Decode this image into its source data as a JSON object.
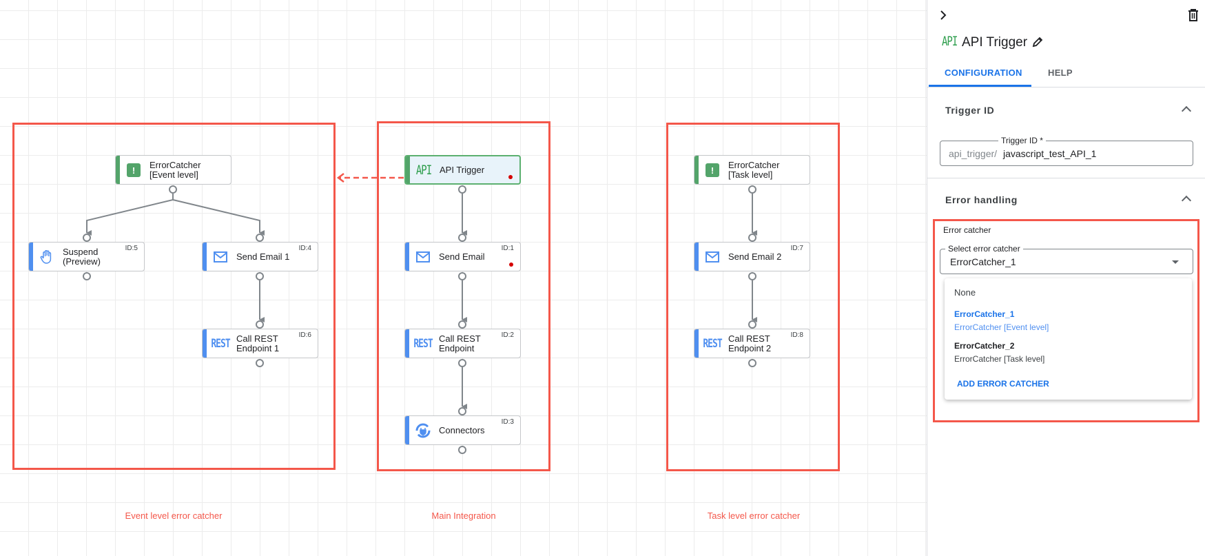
{
  "canvas": {
    "groups": [
      {
        "label": "Event level error catcher"
      },
      {
        "label": "Main Integration"
      },
      {
        "label": "Task level error catcher"
      }
    ],
    "nodes": {
      "event_catcher": {
        "title": "ErrorCatcher [Event level]",
        "icon": "error-catcher-icon"
      },
      "suspend": {
        "title": "Suspend (Preview)",
        "id": "ID:5",
        "icon": "hand-icon"
      },
      "send_email_1": {
        "title": "Send Email 1",
        "id": "ID:4",
        "icon": "mail-icon"
      },
      "rest_1": {
        "title": "Call REST Endpoint 1",
        "id": "ID:6",
        "icon": "rest-icon",
        "icon_text": "REST"
      },
      "api_trigger": {
        "title": "API Trigger",
        "icon": "api-icon",
        "icon_text": "API"
      },
      "send_email": {
        "title": "Send Email",
        "id": "ID:1",
        "icon": "mail-icon"
      },
      "rest": {
        "title": "Call REST Endpoint",
        "id": "ID:2",
        "icon": "rest-icon",
        "icon_text": "REST"
      },
      "connectors": {
        "title": "Connectors",
        "id": "ID:3",
        "icon": "connector-plug-icon"
      },
      "task_catcher": {
        "title": "ErrorCatcher [Task level]",
        "icon": "error-catcher-icon"
      },
      "send_email_2": {
        "title": "Send Email 2",
        "id": "ID:7",
        "icon": "mail-icon"
      },
      "rest_2": {
        "title": "Call REST Endpoint 2",
        "id": "ID:8",
        "icon": "rest-icon",
        "icon_text": "REST"
      }
    }
  },
  "panel": {
    "title": "API Trigger",
    "title_icon_text": "API",
    "tabs": [
      {
        "label": "CONFIGURATION",
        "active": true
      },
      {
        "label": "HELP",
        "active": false
      }
    ],
    "trigger_section": {
      "heading": "Trigger ID",
      "field_label": "Trigger ID *",
      "prefix": "api_trigger/",
      "value": "javascript_test_API_1"
    },
    "error_section": {
      "heading": "Error handling",
      "subheading": "Error catcher",
      "select_label": "Select error catcher",
      "selected": "ErrorCatcher_1",
      "options": [
        {
          "name": "None"
        },
        {
          "name": "ErrorCatcher_1",
          "desc": "ErrorCatcher [Event level]",
          "selected": true
        },
        {
          "name": "ErrorCatcher_2",
          "desc": "ErrorCatcher [Task level]"
        }
      ],
      "add_label": "ADD ERROR CATCHER"
    }
  },
  "colors": {
    "accent": "#1a73e8",
    "annotation": "#f4574a",
    "task_bar": "#4f8ff0",
    "trigger_green": "#53a46a"
  }
}
